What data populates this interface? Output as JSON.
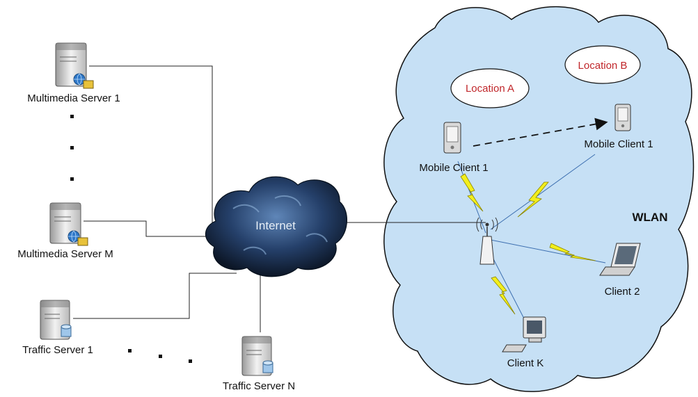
{
  "labels": {
    "multimedia_server_1": "Multimedia Server 1",
    "multimedia_server_m": "Multimedia Server M",
    "traffic_server_1": "Traffic Server 1",
    "traffic_server_n": "Traffic Server N",
    "internet": "Internet",
    "wlan": "WLAN",
    "location_a": "Location A",
    "location_b": "Location B",
    "mobile_client_1_a": "Mobile Client 1",
    "mobile_client_1_b": "Mobile Client 1",
    "client_2": "Client 2",
    "client_k": "Client K"
  },
  "colors": {
    "wlan_cloud_fill": "#c6e0f5",
    "location_text": "#c0262a",
    "lightning": "#f2ee1c",
    "internet_cloud": "#1d2f4a"
  },
  "icons": {
    "server": "server-icon",
    "globe": "globe-icon",
    "database": "database-icon",
    "router": "access-point-icon",
    "pda": "pda-icon",
    "laptop": "laptop-icon",
    "desktop": "desktop-computer-icon"
  }
}
